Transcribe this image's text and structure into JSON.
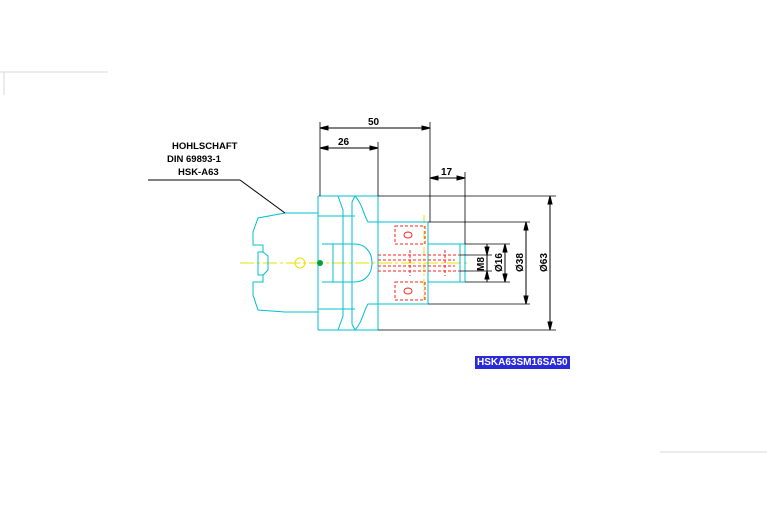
{
  "note": {
    "lines": [
      "HOHLSCHAFT",
      "DIN 69893-1",
      "HSK-A63"
    ]
  },
  "dimensions": {
    "len_50": "50",
    "len_26": "26",
    "len_17": "17",
    "dia_m8": "M8",
    "dia_16": "Ø16",
    "dia_38": "Ø38",
    "dia_63": "Ø63"
  },
  "part_code": "HSKA63SM16SA50",
  "colors": {
    "outline": "#00bfcf",
    "hidden": "#ff2020",
    "centerline": "#e8e000",
    "dimension": "#000000",
    "label_bg": "#2a2ad8"
  }
}
